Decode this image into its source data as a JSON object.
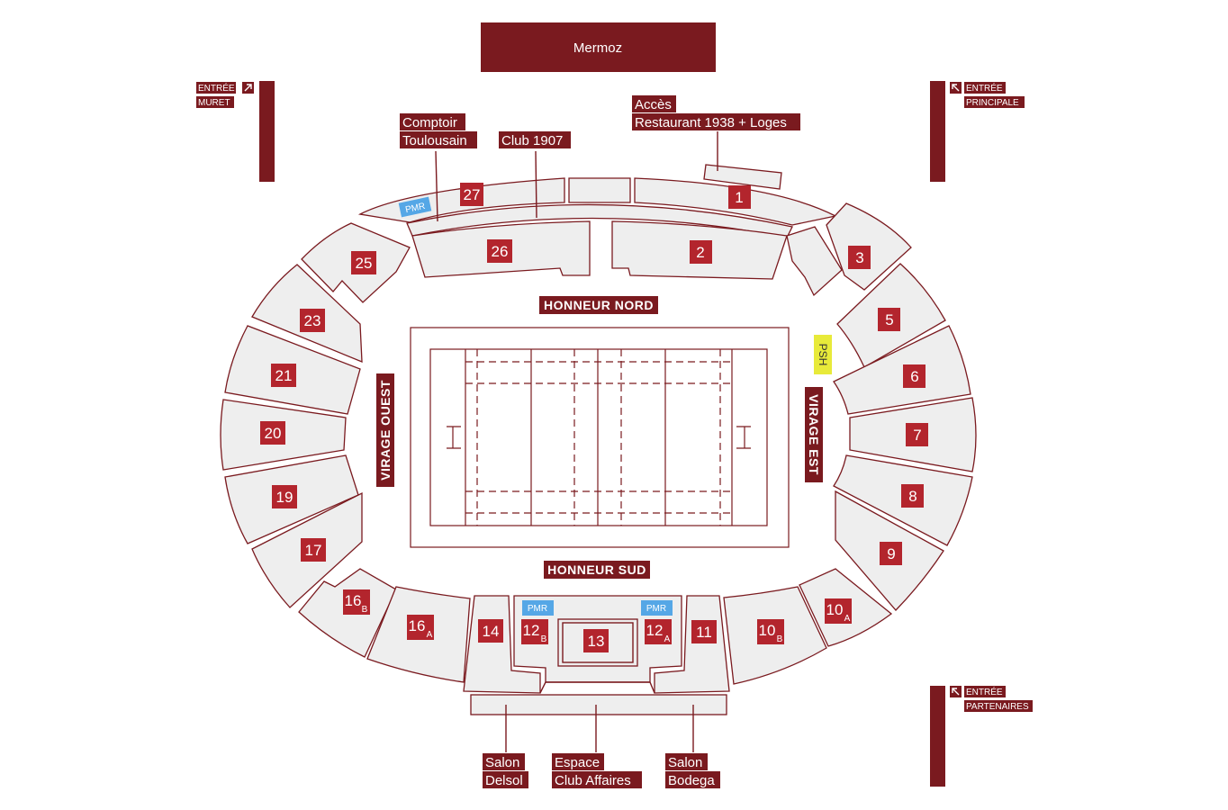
{
  "title": "Mermoz",
  "entries": {
    "muret": [
      "ENTRÉE",
      "MURET"
    ],
    "principale": [
      "ENTRÉE",
      "PRINCIPALE"
    ],
    "partenaires": [
      "ENTRÉE",
      "PARTENAIRES"
    ]
  },
  "labels": {
    "comptoir": [
      "Comptoir",
      "Toulousain"
    ],
    "club1907": "Club 1907",
    "acces": [
      "Accès",
      "Restaurant 1938 + Loges"
    ],
    "salon_delsol": [
      "Salon",
      "Delsol"
    ],
    "espace": [
      "Espace",
      "Club Affaires"
    ],
    "salon_bodega": [
      "Salon",
      "Bodega"
    ]
  },
  "stands": {
    "nord": "HONNEUR NORD",
    "sud": "HONNEUR SUD",
    "ouest": "VIRAGE  OUEST",
    "est": "VIRAGE  EST"
  },
  "pmr": "PMR",
  "psh": "PSH",
  "sections": {
    "s1": "1",
    "s2": "2",
    "s3": "3",
    "s5": "5",
    "s6": "6",
    "s7": "7",
    "s8": "8",
    "s9": "9",
    "s10a": "10",
    "s10b": "10",
    "s11": "11",
    "s12a": "12",
    "s12b": "12",
    "s13": "13",
    "s14": "14",
    "s16a": "16",
    "s16b": "16",
    "s17": "17",
    "s19": "19",
    "s20": "20",
    "s21": "21",
    "s23": "23",
    "s25": "25",
    "s26": "26",
    "s27": "27"
  },
  "subscripts": {
    "a": "A",
    "b": "B"
  },
  "colors": {
    "maroon": "#7a1a1f",
    "badge_red": "#b3252d",
    "section_fill": "#eeeeee",
    "pmr_blue": "#55a7e6",
    "psh_yellow": "#e8ea3a"
  }
}
